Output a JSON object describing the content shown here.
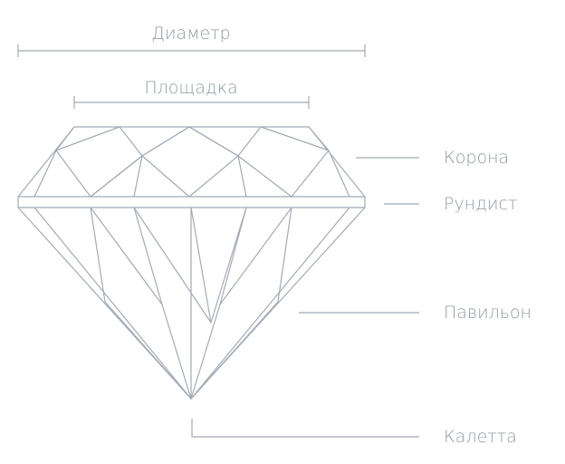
{
  "labels": {
    "diameter": "Диаметр",
    "table": "Площадка",
    "crown": "Корона",
    "girdle": "Рундист",
    "pavilion": "Павильон",
    "culet": "Калетта"
  }
}
